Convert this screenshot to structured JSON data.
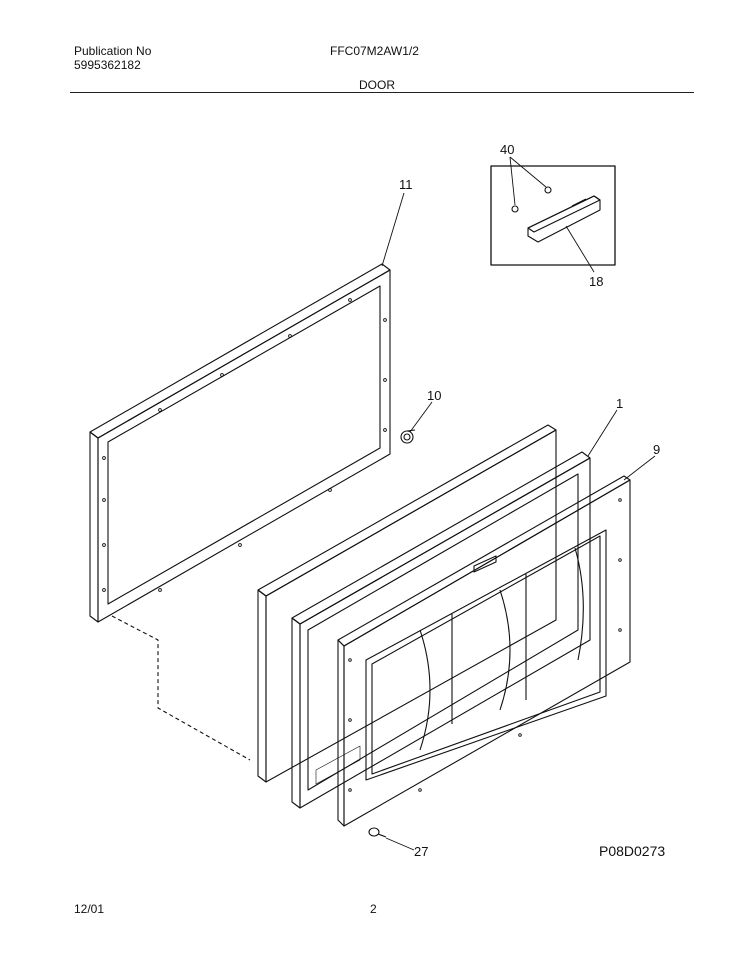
{
  "header": {
    "publication_label": "Publication No",
    "publication_number": "5995362182",
    "model": "FFC07M2AW1/2",
    "section": "DOOR"
  },
  "callouts": {
    "c11": "11",
    "c10": "10",
    "c1": "1",
    "c9": "9",
    "c40": "40",
    "c18": "18",
    "c27": "27"
  },
  "diagram_ref": "P08D0273",
  "footer": {
    "date": "12/01",
    "page": "2"
  }
}
